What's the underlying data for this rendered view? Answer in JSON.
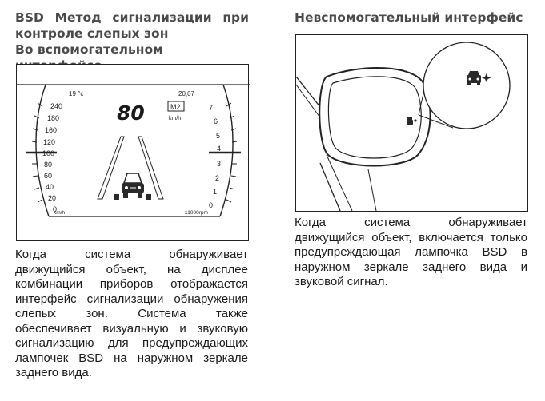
{
  "left": {
    "heading_line1": "BSD Метод сигнализации при",
    "heading_line2": "контроле слепых зон",
    "heading_line3": "Во вспомогательном интерфейсе",
    "paragraph": "Когда система обнаруживает движущийся объект, на дисплее комбинации приборов отображается интерфейс сигнализации обнаружения слепых зон. Система также обеспечивает визуальную и звуковую сигнализацию для предупреждающих лампочек BSD на наружном зеркале заднего вида."
  },
  "right": {
    "heading": "Невспомогательный интерфейс",
    "paragraph": "Когда система обнаруживает движущийся объект, включается только предупреждающая лампочка BSD в наружном зеркале заднего вида и звуковой сигнал."
  },
  "cluster": {
    "temperature": "19 °c",
    "odometer": "20,07",
    "speed": "80",
    "gear": "M2",
    "speed_unit": "km/h",
    "left_unit": "km/h",
    "right_unit": "x1000rpm",
    "speed_ticks": [
      "240",
      "180",
      "160",
      "120",
      "100",
      "80",
      "60",
      "40",
      "20",
      "0"
    ],
    "rpm_ticks": [
      "7",
      "6",
      "5",
      "4",
      "3",
      "2",
      "1",
      "0"
    ]
  }
}
